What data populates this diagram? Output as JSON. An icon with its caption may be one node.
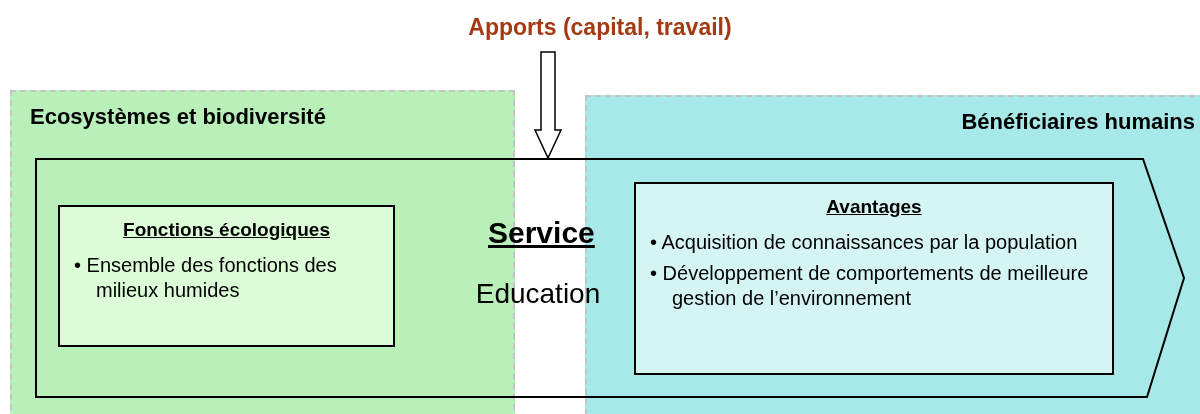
{
  "diagram": {
    "nodes": [
      {
        "text": [
          "Apports (capital, travail)"
        ]
      },
      {
        "text": [
          "Ecosystèmes et biodiversité"
        ]
      },
      {
        "text": [
          "Bénéficiaires humains"
        ]
      },
      {
        "text": [
          "Service",
          "Education"
        ]
      },
      {
        "text": [
          "Fonctions écologiques",
          "• Ensemble des fonctions des milieux humides"
        ]
      },
      {
        "text": [
          "Avantages",
          "• Acquisition de connaissances par la population",
          "• Développement de comportements de meilleure gestion de l’environnement"
        ]
      }
    ],
    "edges": [
      {
        "from": 0,
        "to": 3,
        "arrow": "to"
      }
    ]
  }
}
